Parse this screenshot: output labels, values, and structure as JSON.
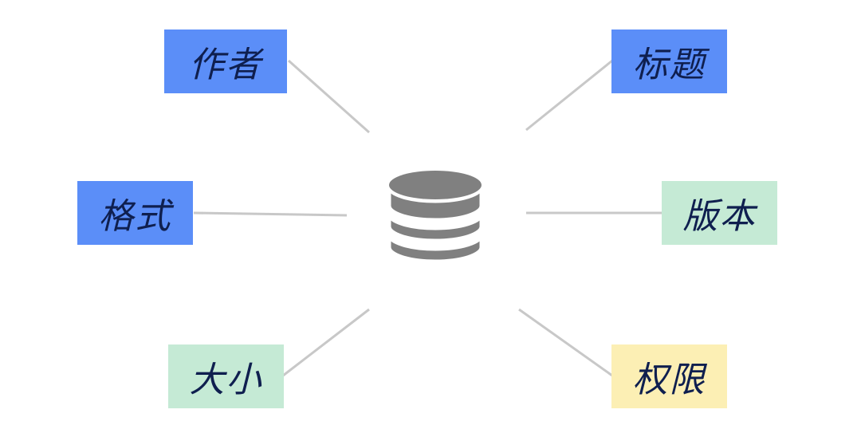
{
  "nodes": {
    "author": {
      "label": "作者",
      "color": "#5b8ef8"
    },
    "title": {
      "label": "标题",
      "color": "#5b8ef8"
    },
    "format": {
      "label": "格式",
      "color": "#5b8ef8"
    },
    "version": {
      "label": "版本",
      "color": "#c5ead5"
    },
    "size": {
      "label": "大小",
      "color": "#c5ead5"
    },
    "permission": {
      "label": "权限",
      "color": "#fcefb4"
    }
  },
  "center": {
    "icon": "database-icon",
    "color": "#808080"
  },
  "connector_color": "#c8c8c8"
}
